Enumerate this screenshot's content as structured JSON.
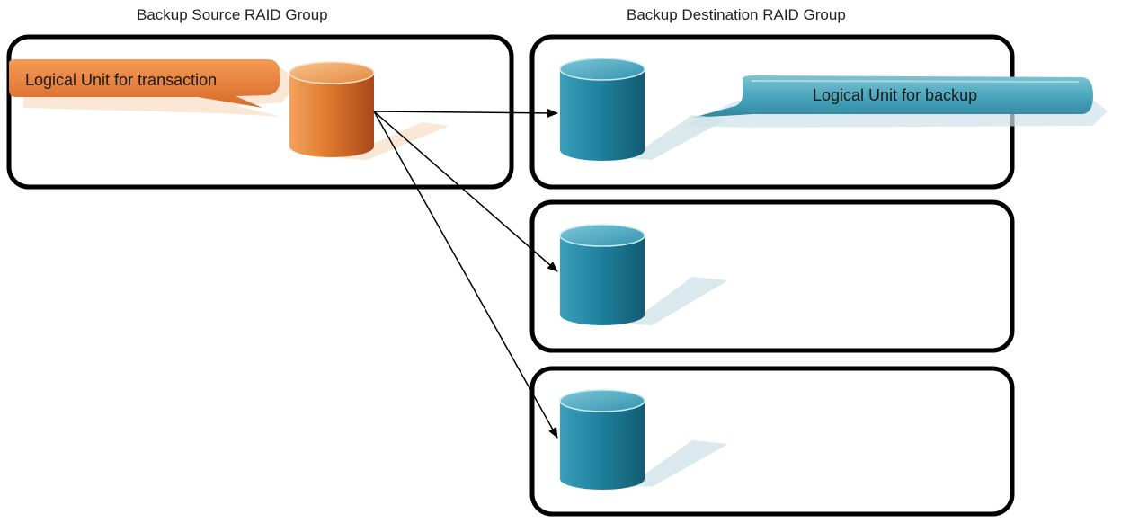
{
  "headings": {
    "source": "Backup Source RAID Group",
    "destination": "Backup Destination RAID Group"
  },
  "callouts": {
    "transaction": "Logical Unit for transaction",
    "backup": "Logical Unit for backup"
  },
  "colors": {
    "source_disk": "#e07a2e",
    "source_disk_dark": "#b4521a",
    "destination_disk": "#1e7f9b",
    "destination_disk_light": "#5cb3c9",
    "group_border": "#000000",
    "shadow": "#cfe3ea"
  },
  "icons": {
    "source_disk": "database-cylinder-icon",
    "destination_disk": "database-cylinder-icon"
  }
}
